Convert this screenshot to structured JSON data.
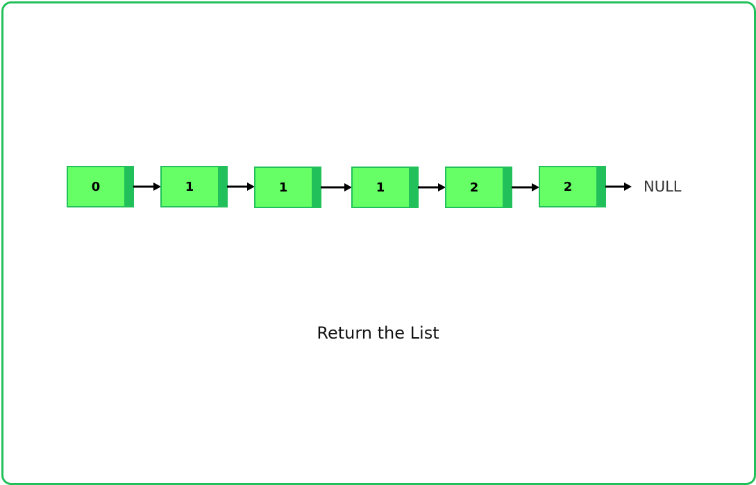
{
  "list": {
    "nodes": [
      "0",
      "1",
      "1",
      "1",
      "2",
      "2"
    ],
    "terminator": "NULL"
  },
  "caption": "Return the List",
  "colors": {
    "node_fill": "#66ff66",
    "node_border": "#22c05a",
    "frame_border": "#22c05a",
    "arrow": "#000000"
  }
}
